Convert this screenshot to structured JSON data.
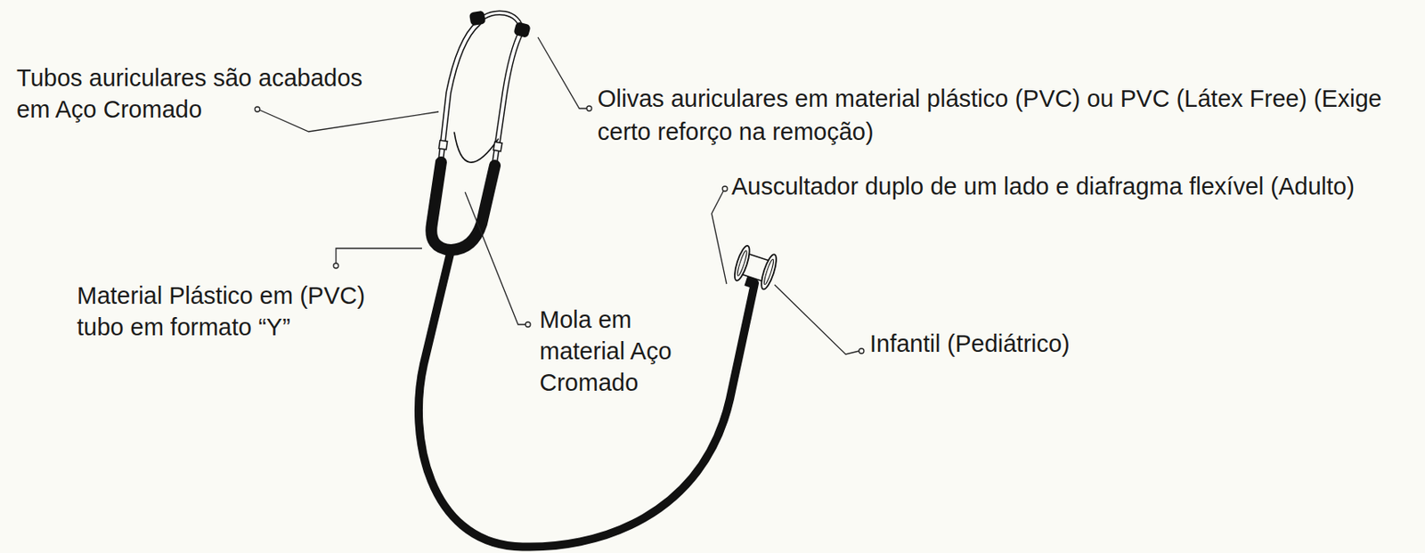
{
  "diagram": {
    "labels": [
      "Tubos auriculares são acabados em Aço Cromado",
      "Olivas auriculares em material plástico (PVC) ou PVC (Látex Free) (Exige certo reforço na remoção)",
      "Auscultador duplo de um lado e diafragma flexível (Adulto)",
      "Material Plástico em (PVC) tubo em formato “Y”",
      "Mola em material Aço Cromado",
      "Infantil (Pediátrico)"
    ]
  }
}
